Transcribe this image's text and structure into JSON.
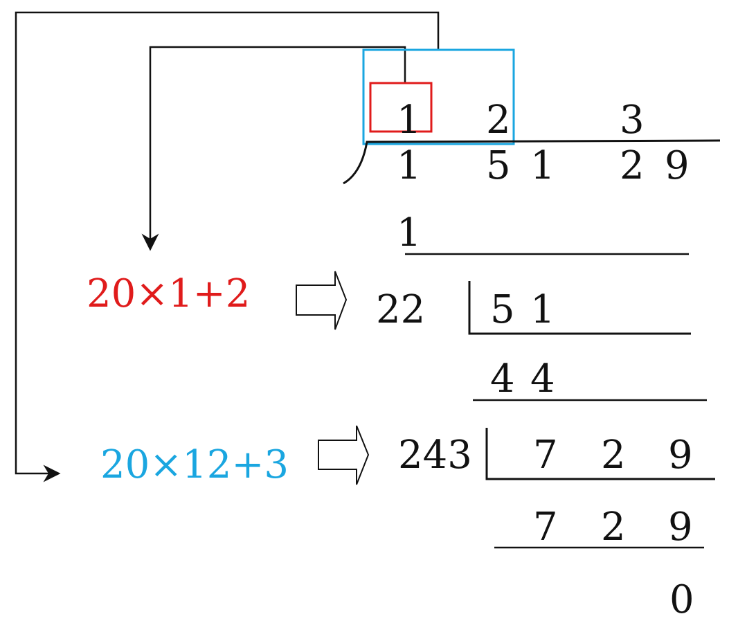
{
  "quotient_digits": [
    "1",
    "2",
    "3"
  ],
  "radicand_digits": [
    "1",
    "5",
    "1",
    "2",
    "9"
  ],
  "step1": {
    "subtrahend": "1"
  },
  "step2": {
    "formula": "20×1+2",
    "divisor": "22",
    "remainder_digits": [
      "5",
      "1"
    ],
    "subtrahend_digits": [
      "4",
      "4"
    ]
  },
  "step3": {
    "formula": "20×12+3",
    "divisor": "243",
    "remainder_digits": [
      "7",
      "2",
      "9"
    ],
    "subtrahend_digits": [
      "7",
      "2",
      "9"
    ]
  },
  "final_remainder": "0",
  "colors": {
    "red": "#e01b1b",
    "cyan": "#1aa6e0",
    "ink": "#111111"
  }
}
